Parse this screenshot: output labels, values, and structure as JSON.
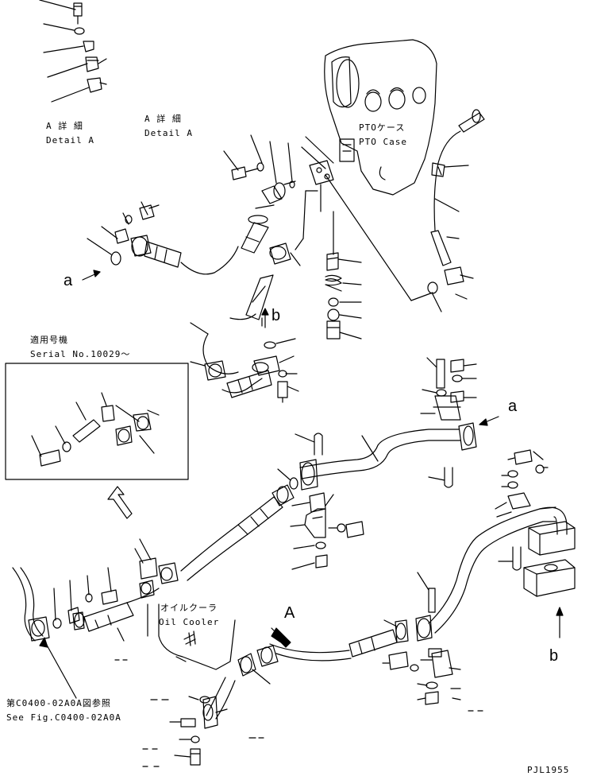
{
  "labels": {
    "detail_a_jp_left": "A 詳 細",
    "detail_a_en_left": "Detail A",
    "detail_a_jp_right": "A 詳 細",
    "detail_a_en_right": "Detail A",
    "pto_case_jp": "PTOケース",
    "pto_case_en": "PTO Case",
    "serial_jp": "適用号機",
    "serial_en": "Serial No.10029～",
    "oil_cooler_jp": "オイルクーラ",
    "oil_cooler_en": "Oil Cooler",
    "see_fig_jp": "第C0400-02A0A図参照",
    "see_fig_en": "See Fig.C0400-02A0A",
    "drawing_id": "PJL1955",
    "callout_a_upper": "a",
    "callout_a_right": "a",
    "callout_b_upper": "b",
    "callout_b_right": "b",
    "callout_A": "A"
  },
  "colors": {
    "line": "#000000",
    "background": "#ffffff"
  }
}
